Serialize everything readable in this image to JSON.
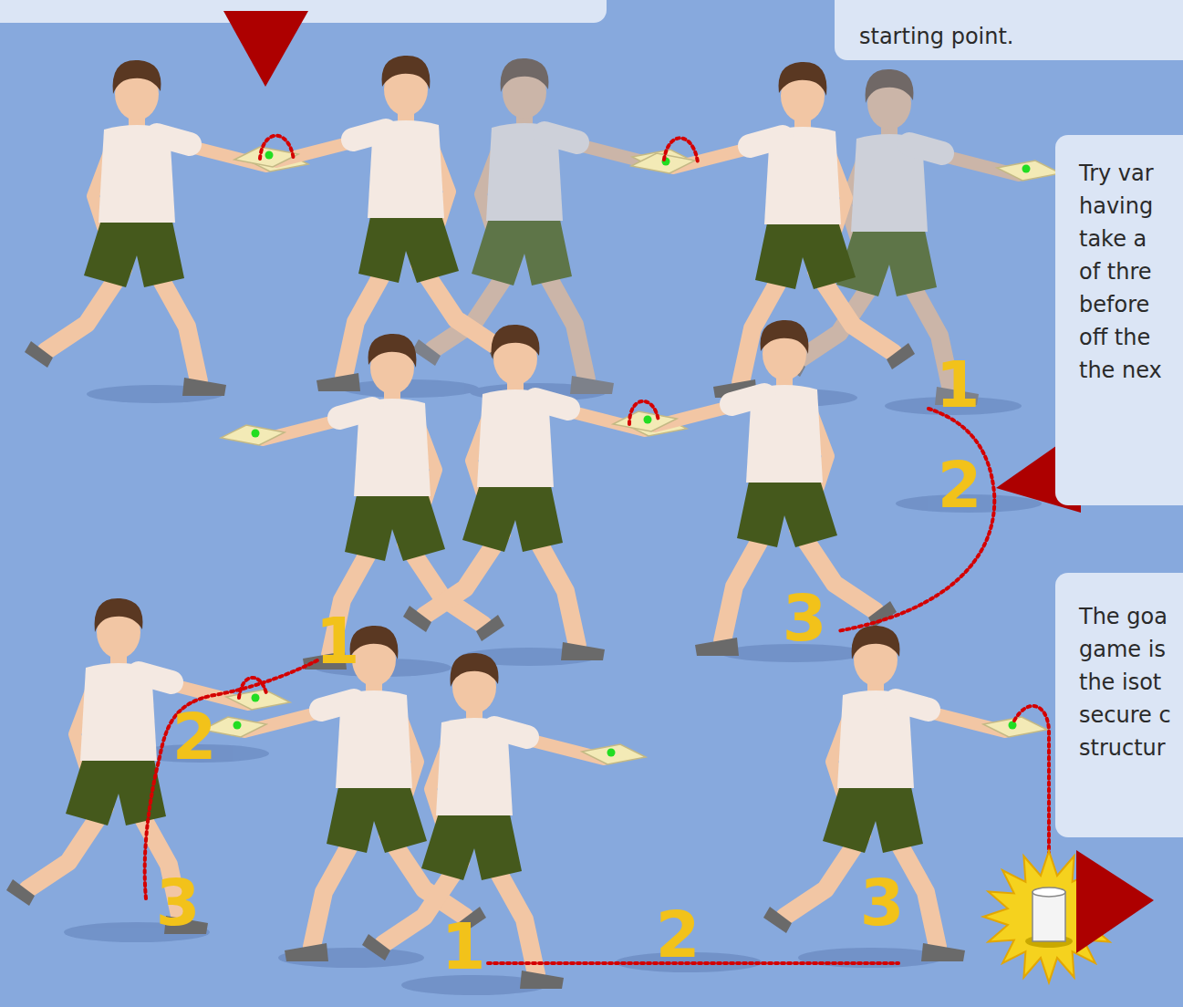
{
  "diagram": {
    "nodes": [
      {
        "text": [
          "starting point."
        ]
      },
      {
        "text": [
          "Try var having take a of thre before off the the nex"
        ]
      },
      {
        "text": [
          "The goa game is the isot secure c structur"
        ]
      }
    ],
    "labels": [
      "1",
      "2",
      "3",
      "1",
      "2",
      "3",
      "1",
      "2",
      "3"
    ]
  }
}
